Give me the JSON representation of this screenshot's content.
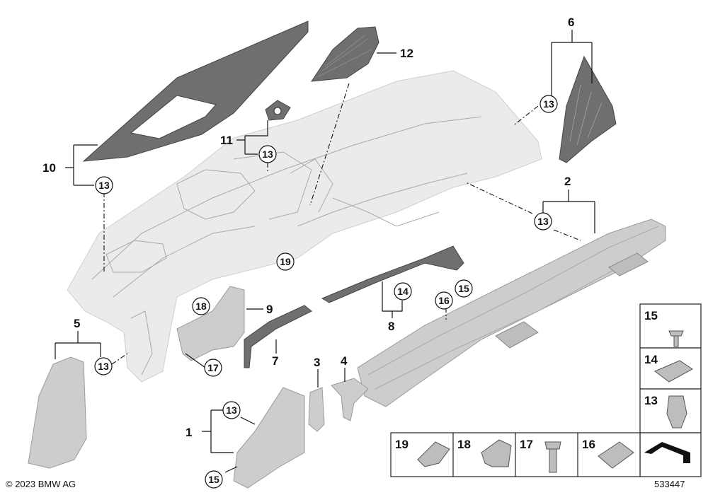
{
  "callouts": {
    "c1": "1",
    "c2": "2",
    "c3": "3",
    "c4": "4",
    "c5": "5",
    "c6": "6",
    "c7": "7",
    "c8": "8",
    "c9": "9",
    "c10": "10",
    "c11": "11",
    "c12": "12"
  },
  "circled": {
    "r13": "13",
    "r14": "14",
    "r15": "15",
    "r16": "16",
    "r17": "17",
    "r18": "18",
    "r19": "19"
  },
  "legend": {
    "l15": "15",
    "l14": "14",
    "l13": "13",
    "l19": "19",
    "l18": "18",
    "l17": "17",
    "l16": "16"
  },
  "footer": {
    "copyright": "© 2023 BMW AG",
    "diagram_id": "533447"
  }
}
